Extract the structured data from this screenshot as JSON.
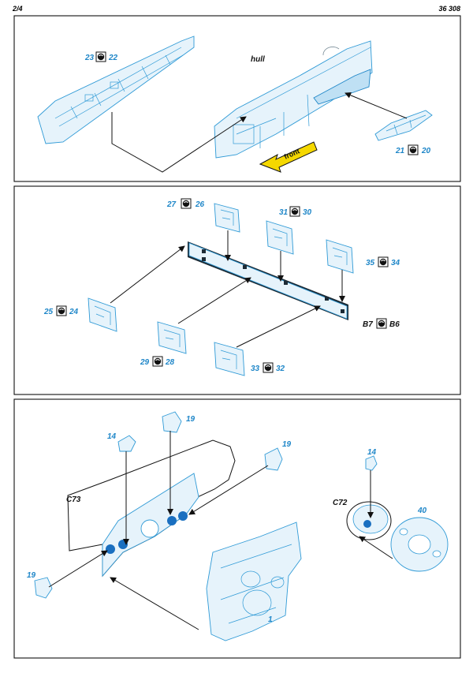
{
  "header": {
    "page": "2/4",
    "code": "36 308"
  },
  "icons": {
    "bend": "bend-icon"
  },
  "colors": {
    "etch_blue": "#2f9ad6",
    "label_blue": "#1e86c8",
    "arrow_yellow": "#f5d800",
    "dark_blue": "#1a6fc0"
  },
  "panel1": {
    "hull_label": "hull",
    "front_label": "front",
    "left_part": {
      "a": "23",
      "b": "22"
    },
    "right_part": {
      "a": "21",
      "b": "20"
    }
  },
  "panel2": {
    "p27": {
      "a": "27",
      "b": "26"
    },
    "p31": {
      "a": "31",
      "b": "30"
    },
    "p35": {
      "a": "35",
      "b": "34"
    },
    "p25": {
      "a": "25",
      "b": "24"
    },
    "p29": {
      "a": "29",
      "b": "28"
    },
    "p33": {
      "a": "33",
      "b": "32"
    },
    "b7": {
      "a": "B7",
      "b": "B6"
    }
  },
  "panel3": {
    "c73": "C73",
    "c72": "C72",
    "p14_left": "14",
    "p19_top": "19",
    "p19_right": "19",
    "p19_left": "19",
    "p14_right": "14",
    "p40": "40",
    "p1": "1"
  }
}
